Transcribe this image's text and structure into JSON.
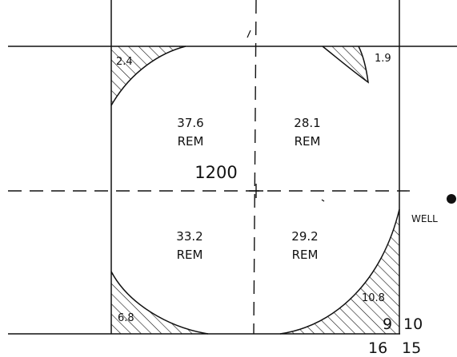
{
  "center_label": "1200",
  "quarters": [
    {
      "key": "nw",
      "value": "37.6",
      "suffix": "REM"
    },
    {
      "key": "ne",
      "value": "28.1",
      "suffix": "REM"
    },
    {
      "key": "sw",
      "value": "33.2",
      "suffix": "REM"
    },
    {
      "key": "se",
      "value": "29.2",
      "suffix": "REM"
    }
  ],
  "corners": {
    "nw": "2.4",
    "ne": "1.9",
    "sw": "6.8",
    "se": "10.8"
  },
  "section_numbers": {
    "inner_se": "9",
    "east": "10",
    "south": "16",
    "southeast": "15"
  },
  "well_label": "WELL",
  "colors": {
    "line": "#111111",
    "background": "#ffffff"
  }
}
